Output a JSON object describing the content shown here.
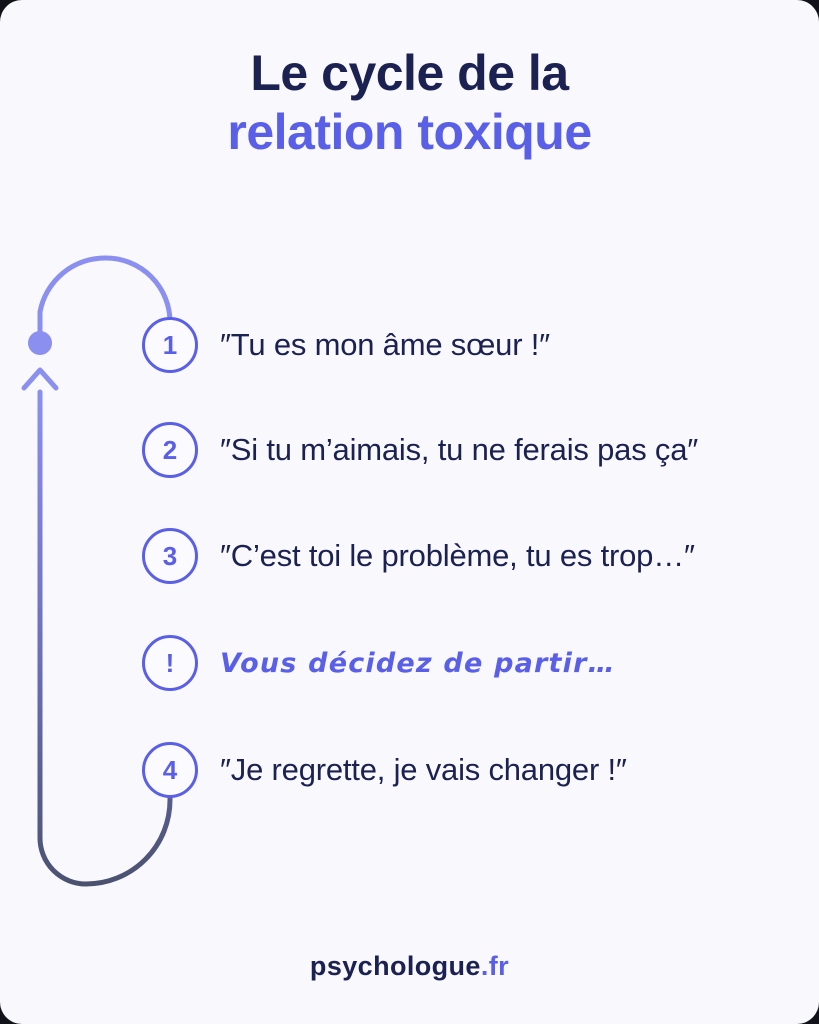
{
  "theme": {
    "background": "#f8f8fd",
    "navy": "#1b2150",
    "periwinkle": "#5a5fe8",
    "slate": "#4b5270",
    "node_fill": "#fbfbff"
  },
  "title": {
    "line1": "Le cycle de la",
    "line2": "relation toxique"
  },
  "diagram": {
    "type": "cycle-flow",
    "start_marker": "start-dot",
    "return_arrow": "arrow-up",
    "steps": [
      {
        "marker": "1",
        "text": "″Tu es mon âme sœur !″",
        "style": "quote"
      },
      {
        "marker": "2",
        "text": "″Si tu m’aimais, tu ne ferais pas ça″",
        "style": "quote"
      },
      {
        "marker": "3",
        "text": "″C’est toi le problème, tu es trop…″",
        "style": "quote"
      },
      {
        "marker": "!",
        "text": "Vous décidez de partir…",
        "style": "handwritten"
      },
      {
        "marker": "4",
        "text": "″Je regrette, je vais changer !″",
        "style": "quote"
      }
    ]
  },
  "footer": {
    "logo_name": "psychologue",
    "logo_tld": ".fr"
  }
}
